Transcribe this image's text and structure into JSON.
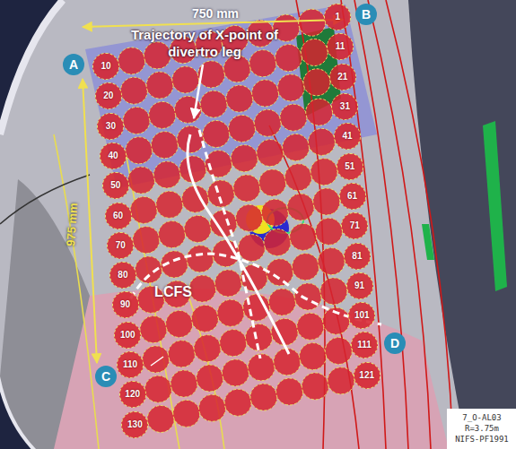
{
  "diagram": {
    "nodes": [
      {
        "text": [
          "A"
        ]
      },
      {
        "text": [
          "B"
        ]
      },
      {
        "text": [
          "1"
        ]
      },
      {
        "text": [
          "10"
        ]
      },
      {
        "text": [
          "11"
        ]
      },
      {
        "text": [
          "20"
        ]
      },
      {
        "text": [
          "21"
        ]
      },
      {
        "text": [
          "30"
        ]
      },
      {
        "text": [
          "31"
        ]
      },
      {
        "text": [
          "40"
        ]
      },
      {
        "text": [
          "41"
        ]
      },
      {
        "text": [
          "50"
        ]
      },
      {
        "text": [
          "51"
        ]
      },
      {
        "text": [
          "60"
        ]
      },
      {
        "text": [
          "61"
        ]
      },
      {
        "text": [
          "70"
        ]
      },
      {
        "text": [
          "71"
        ]
      },
      {
        "text": [
          "80"
        ]
      },
      {
        "text": [
          "81"
        ]
      },
      {
        "text": [
          "90"
        ]
      },
      {
        "text": [
          "91"
        ]
      },
      {
        "text": [
          "100"
        ]
      },
      {
        "text": [
          "101"
        ]
      },
      {
        "text": [
          "110"
        ]
      },
      {
        "text": [
          "111"
        ]
      },
      {
        "text": [
          "120"
        ]
      },
      {
        "text": [
          "121"
        ]
      },
      {
        "text": [
          "D"
        ]
      },
      {
        "text": [
          "C"
        ]
      },
      {
        "text": [
          "130"
        ]
      }
    ],
    "labels": [
      "750 mm",
      "975 mm",
      "Trajectory of X-point of divertro leg",
      "LCFS",
      "7_O-AL03",
      "R=3.75m",
      "NIFS-PF1991"
    ]
  }
}
